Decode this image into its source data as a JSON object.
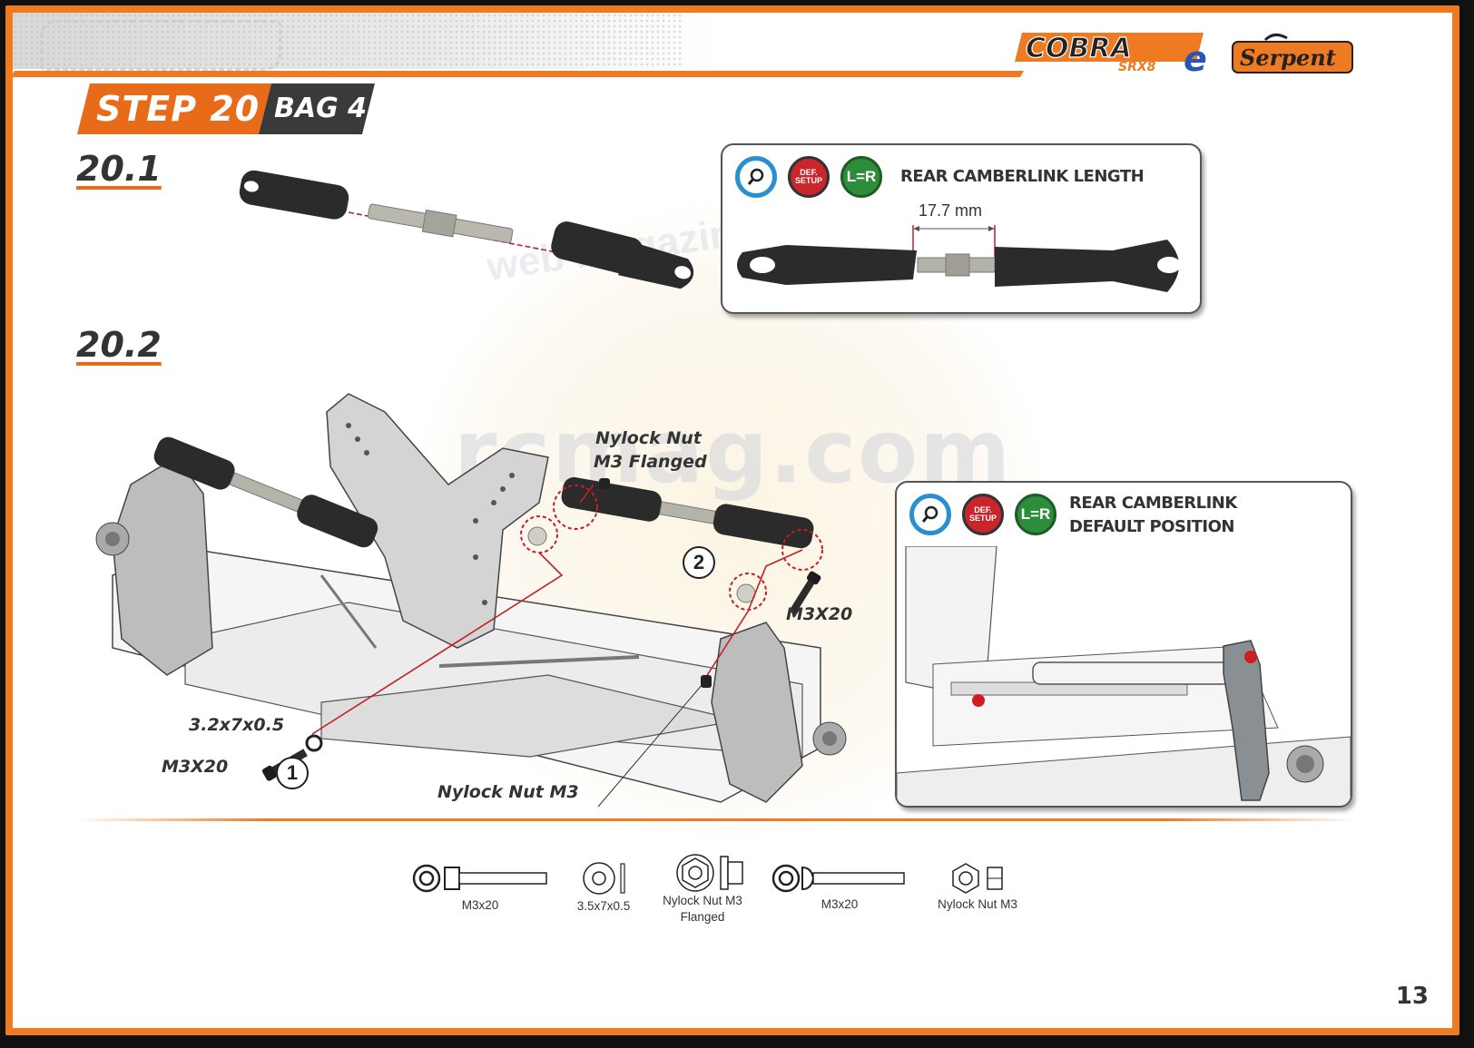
{
  "header": {
    "brand_product": "COBRA",
    "brand_product_sub": "SRX8",
    "brand_product_suffix": "e",
    "brand_company": "Serpent"
  },
  "step": {
    "label": "STEP 20",
    "bag": "BAG 4"
  },
  "substeps": {
    "first": "20.1",
    "second": "20.2"
  },
  "callout_length": {
    "title": "REAR CAMBERLINK LENGTH",
    "measurement": "17.7 mm",
    "icons": [
      "magnifier-icon",
      "def-setup-icon",
      "left-equals-right-icon"
    ],
    "def_setup_text": "DEF. SETUP",
    "lr_text": "L=R"
  },
  "callout_position": {
    "title_line1": "REAR CAMBERLINK",
    "title_line2": "DEFAULT POSITION",
    "icons": [
      "magnifier-icon",
      "def-setup-icon",
      "left-equals-right-icon"
    ],
    "def_setup_text": "DEF. SETUP",
    "lr_text": "L=R"
  },
  "assembly_labels": {
    "nylock_flanged_line1": "Nylock Nut",
    "nylock_flanged_line2": "M3 Flanged",
    "screw_right": "M3X20",
    "washer": "3.2x7x0.5",
    "screw_left": "M3X20",
    "nylock": "Nylock Nut M3",
    "marker_1": "1",
    "marker_2": "2"
  },
  "parts": [
    {
      "label": "M3x20"
    },
    {
      "label": "3.5x7x0.5"
    },
    {
      "label_line1": "Nylock Nut M3",
      "label_line2": "Flanged"
    },
    {
      "label": "M3x20"
    },
    {
      "label": "Nylock Nut M3"
    }
  ],
  "watermark": {
    "domain": "rcmag.com",
    "arc": "web magazine du modélisme"
  },
  "page_number": "13",
  "colors": {
    "accent_orange": "#ee7a22",
    "dark_tab": "#3a3a3a",
    "callout_red": "#c8262a",
    "callout_green": "#2d8d3b",
    "callout_blue": "#2a8fd1",
    "guide_red": "#c41f25"
  }
}
